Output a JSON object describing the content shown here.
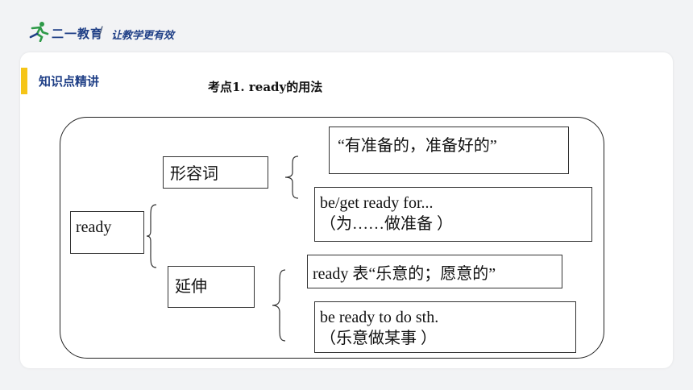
{
  "header": {
    "brand": "二一教育",
    "slogan": "让教学更有效"
  },
  "section": {
    "title": "知识点精讲",
    "point_title": "考点1. ready的用法"
  },
  "diagram": {
    "root": "ready",
    "adj_label": "形容词",
    "adj_meaning": "“有准备的，准备好的”",
    "adj_phrase": "be/get ready for...",
    "adj_phrase_meaning": "（为……做准备 ）",
    "ext_label": "延伸",
    "ext_meaning": "ready 表“乐意的；愿意的”",
    "ext_phrase": "be ready to do sth.",
    "ext_phrase_meaning": "（乐意做某事 ）"
  },
  "colors": {
    "brand_blue": "#1f3f86",
    "accent_yellow": "#f5c518",
    "logo_green": "#2e9a48"
  }
}
